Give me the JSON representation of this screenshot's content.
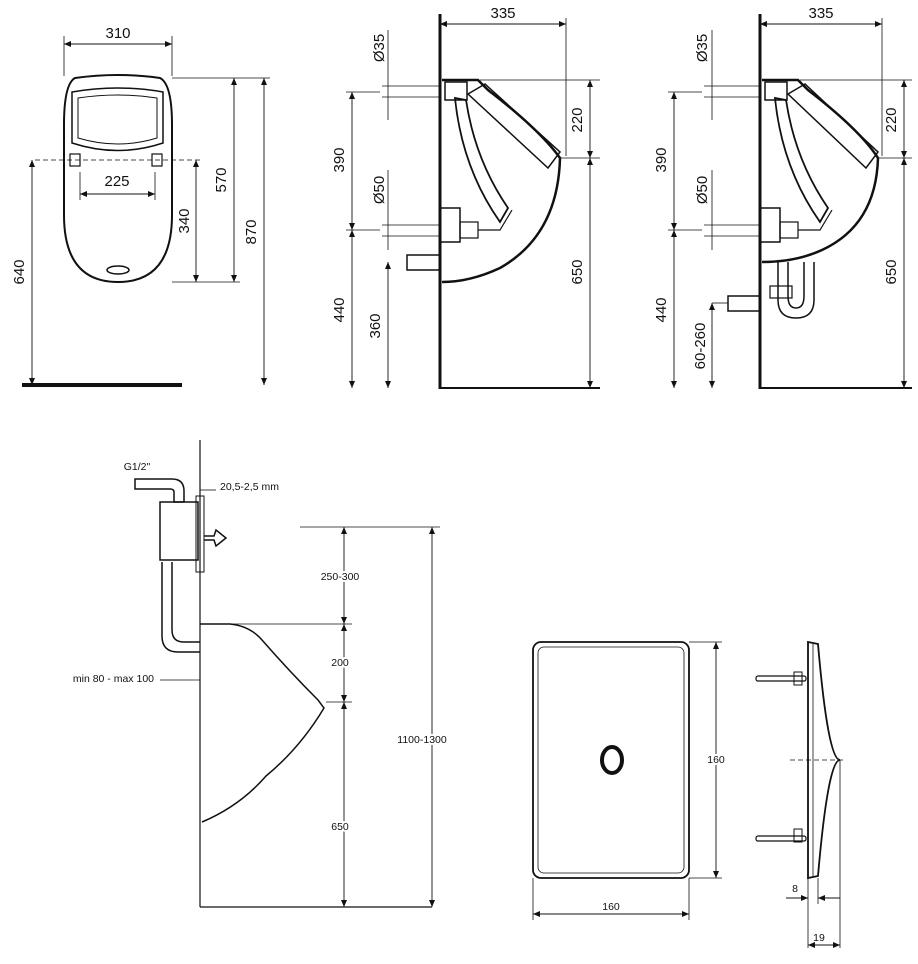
{
  "front_view": {
    "width": "310",
    "inlet_spacing": "225",
    "inlet_height": "340",
    "bowl_height": "570",
    "total_height": "870",
    "rim_height": "640"
  },
  "side_view_a": {
    "depth": "335",
    "inlet_diameter": "Ø35",
    "upper_offset": "220",
    "inlet_spacing": "390",
    "outlet_diameter": "Ø50",
    "outlet_height": "440",
    "waste_height": "360",
    "lip_height": "650"
  },
  "side_view_b": {
    "depth": "335",
    "inlet_diameter": "Ø35",
    "upper_offset": "220",
    "inlet_spacing": "390",
    "outlet_diameter": "Ø50",
    "outlet_height": "440",
    "waste_height": "60-260",
    "lip_height": "650"
  },
  "installation_view": {
    "thread": "G1/2\"",
    "wall_thickness": "20,5-2,5 mm",
    "sensor_gap": "250-300",
    "bowl_segment": "200",
    "projection": "min 80 - max 100",
    "lower_segment": "650",
    "mount_height": "1100-1300"
  },
  "flush_plate": {
    "height": "160",
    "width": "160",
    "depth": "8",
    "total_depth": "19"
  }
}
